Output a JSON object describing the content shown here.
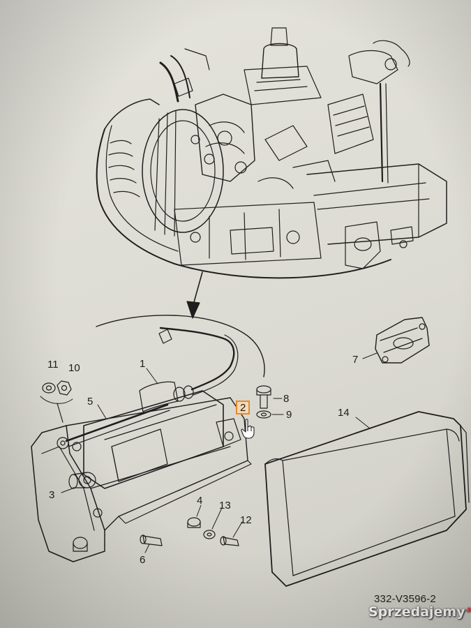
{
  "callouts": {
    "c1": "1",
    "c2": "2",
    "c3": "3",
    "c4": "4",
    "c5": "5",
    "c6": "6",
    "c7": "7",
    "c8": "8",
    "c9": "9",
    "c10": "10",
    "c11": "11",
    "c12": "12",
    "c13": "13",
    "c14": "14"
  },
  "highlighted_callout": "2",
  "document_number": "332-V3596-2",
  "watermark": {
    "text": "Sprzedajemy",
    "suffix": ".pl"
  },
  "colors": {
    "line": "#1e1e1e",
    "highlight_border": "#e8892b",
    "highlight_fill": "#f6d9b4"
  },
  "icons": [
    "pointer-hand-icon"
  ]
}
